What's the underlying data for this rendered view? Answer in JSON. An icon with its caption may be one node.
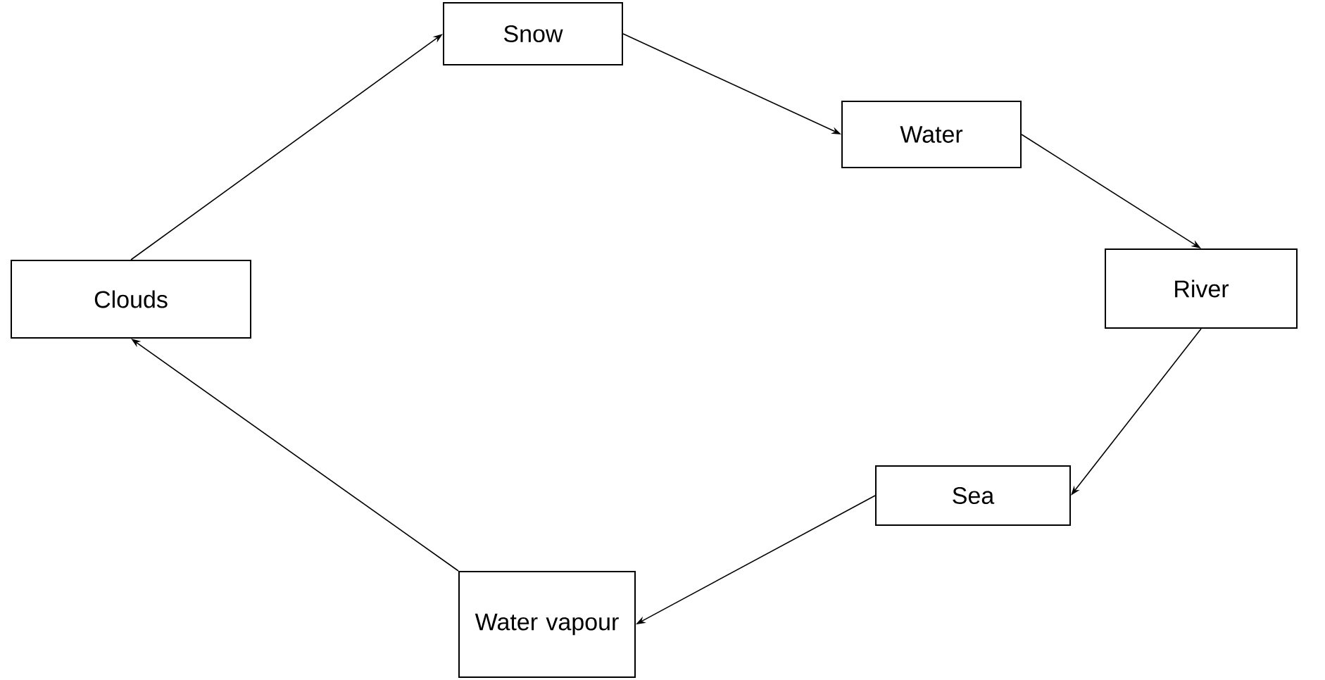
{
  "diagram": {
    "nodes": [
      {
        "text": [
          "Clouds"
        ]
      },
      {
        "text": [
          "Snow"
        ]
      },
      {
        "text": [
          "Water"
        ]
      },
      {
        "text": [
          "River"
        ]
      },
      {
        "text": [
          "Sea"
        ]
      },
      {
        "text": [
          "Water vapour"
        ]
      }
    ],
    "edges": [
      {
        "from": 0,
        "to": 1,
        "arrow": "to"
      },
      {
        "from": 1,
        "to": 2,
        "arrow": "to"
      },
      {
        "from": 2,
        "to": 3,
        "arrow": "to"
      },
      {
        "from": 3,
        "to": 4,
        "arrow": "to"
      },
      {
        "from": 4,
        "to": 5,
        "arrow": "to"
      },
      {
        "from": 5,
        "to": 0,
        "arrow": "to"
      }
    ]
  }
}
